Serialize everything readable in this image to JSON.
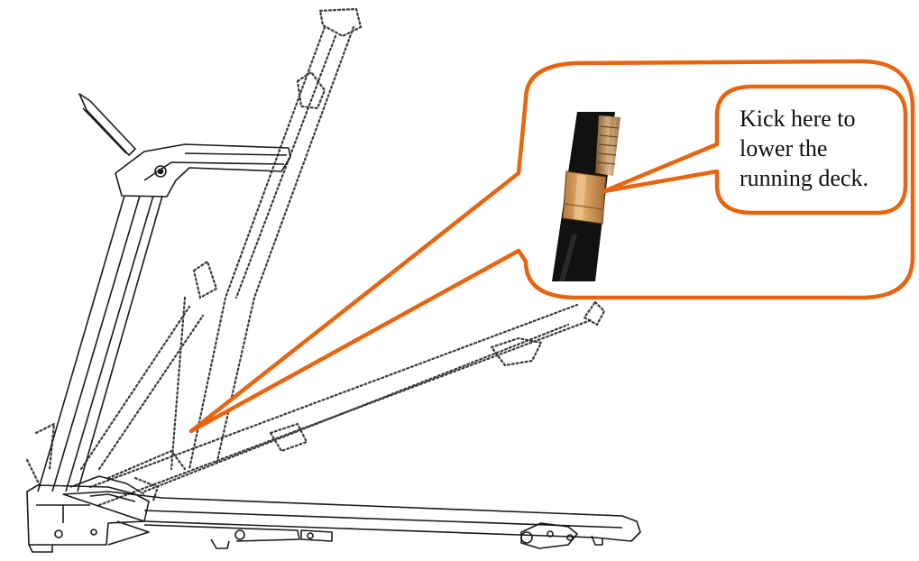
{
  "callout": {
    "lines": [
      "Kick here to",
      "lower the",
      "running deck."
    ]
  },
  "colors": {
    "callout_outline": "#e8650f",
    "line_art": "#1a1a1a",
    "dotted_art": "#3a3a3a",
    "latch_sleeve": "#d9a05b",
    "tube": "#111111"
  },
  "icons": {
    "treadmill": "treadmill-line-drawing",
    "photo": "latch-closeup-photo"
  }
}
